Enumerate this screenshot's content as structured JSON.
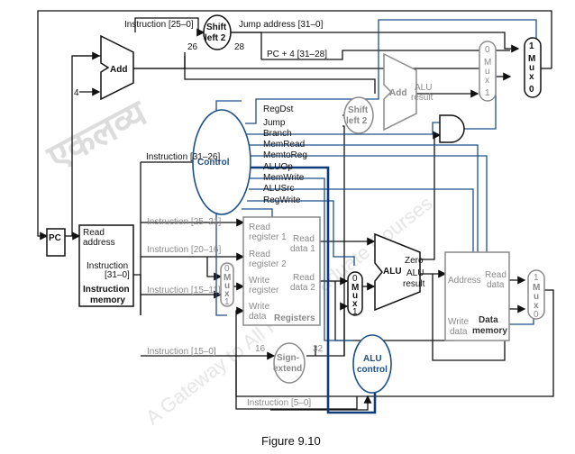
{
  "figure_caption": "Figure 9.10",
  "watermark": {
    "line1": "एकलव्य",
    "line2": "A Gateway to All Post Graduate Courses"
  },
  "colors": {
    "black": "#111111",
    "gray": "#8a8a8a",
    "blue": "#1d4f8a",
    "dark_blue": "#0f3c78"
  },
  "components": {
    "pc": "PC",
    "add_top": "Add",
    "add_const": "4",
    "shift_left_top": [
      "Shift",
      "left 2"
    ],
    "shift_left_mid": [
      "Shift",
      "left 2"
    ],
    "add_branch": "Add",
    "add_branch_result": [
      "ALU",
      "result"
    ],
    "mux_jump": [
      "0",
      "M",
      "u",
      "x",
      "1"
    ],
    "mux_branch": [
      "0",
      "M",
      "u",
      "x",
      "1"
    ],
    "mux_regdst": [
      "0",
      "M",
      "u",
      "x",
      "1"
    ],
    "mux_alusrc": [
      "0",
      "M",
      "u",
      "x",
      "1"
    ],
    "mux_memtoreg": [
      "1",
      "M",
      "u",
      "x",
      "0"
    ],
    "control": "Control",
    "alu": "ALU",
    "alu_zero": "Zero",
    "alu_result": [
      "ALU",
      "result"
    ],
    "alu_control": [
      "ALU",
      "control"
    ],
    "sign_extend": [
      "Sign-",
      "extend"
    ],
    "instr_mem": {
      "read_address": [
        "Read",
        "address"
      ],
      "instruction": [
        "Instruction",
        "[31–0]"
      ],
      "title": [
        "Instruction",
        "memory"
      ]
    },
    "registers": {
      "read_reg1": [
        "Read",
        "register 1"
      ],
      "read_reg2": [
        "Read",
        "register 2"
      ],
      "write_reg": [
        "Write",
        "register"
      ],
      "write_data": [
        "Write",
        "data"
      ],
      "read_data1": [
        "Read",
        "data 1"
      ],
      "read_data2": [
        "Read",
        "data 2"
      ],
      "title": "Registers"
    },
    "data_mem": {
      "address": "Address",
      "read_data": [
        "Read",
        "data"
      ],
      "write_data": [
        "Write",
        "data"
      ],
      "title": [
        "Data",
        "memory"
      ]
    }
  },
  "signals": [
    "RegDst",
    "Jump",
    "Branch",
    "MemRead",
    "MemtoReg",
    "ALUOp",
    "MemWrite",
    "ALUSrc",
    "RegWrite"
  ],
  "wire_labels": {
    "instr_25_0": "Instruction [25–0]",
    "jump_addr": "Jump address [31–0]",
    "pc4": "PC + 4 [31–28]",
    "bits_26": "26",
    "bits_28": "28",
    "instr_31_26": "Instruction [31–26]",
    "instr_25_21": "Instruction [25–21]",
    "instr_20_16": "Instruction [20–16]",
    "instr_15_11": "Instruction [15–11]",
    "instr_15_0": "Instruction [15–0]",
    "bits_16": "16",
    "bits_32": "32",
    "instr_5_0": "Instruction [5–0]"
  }
}
